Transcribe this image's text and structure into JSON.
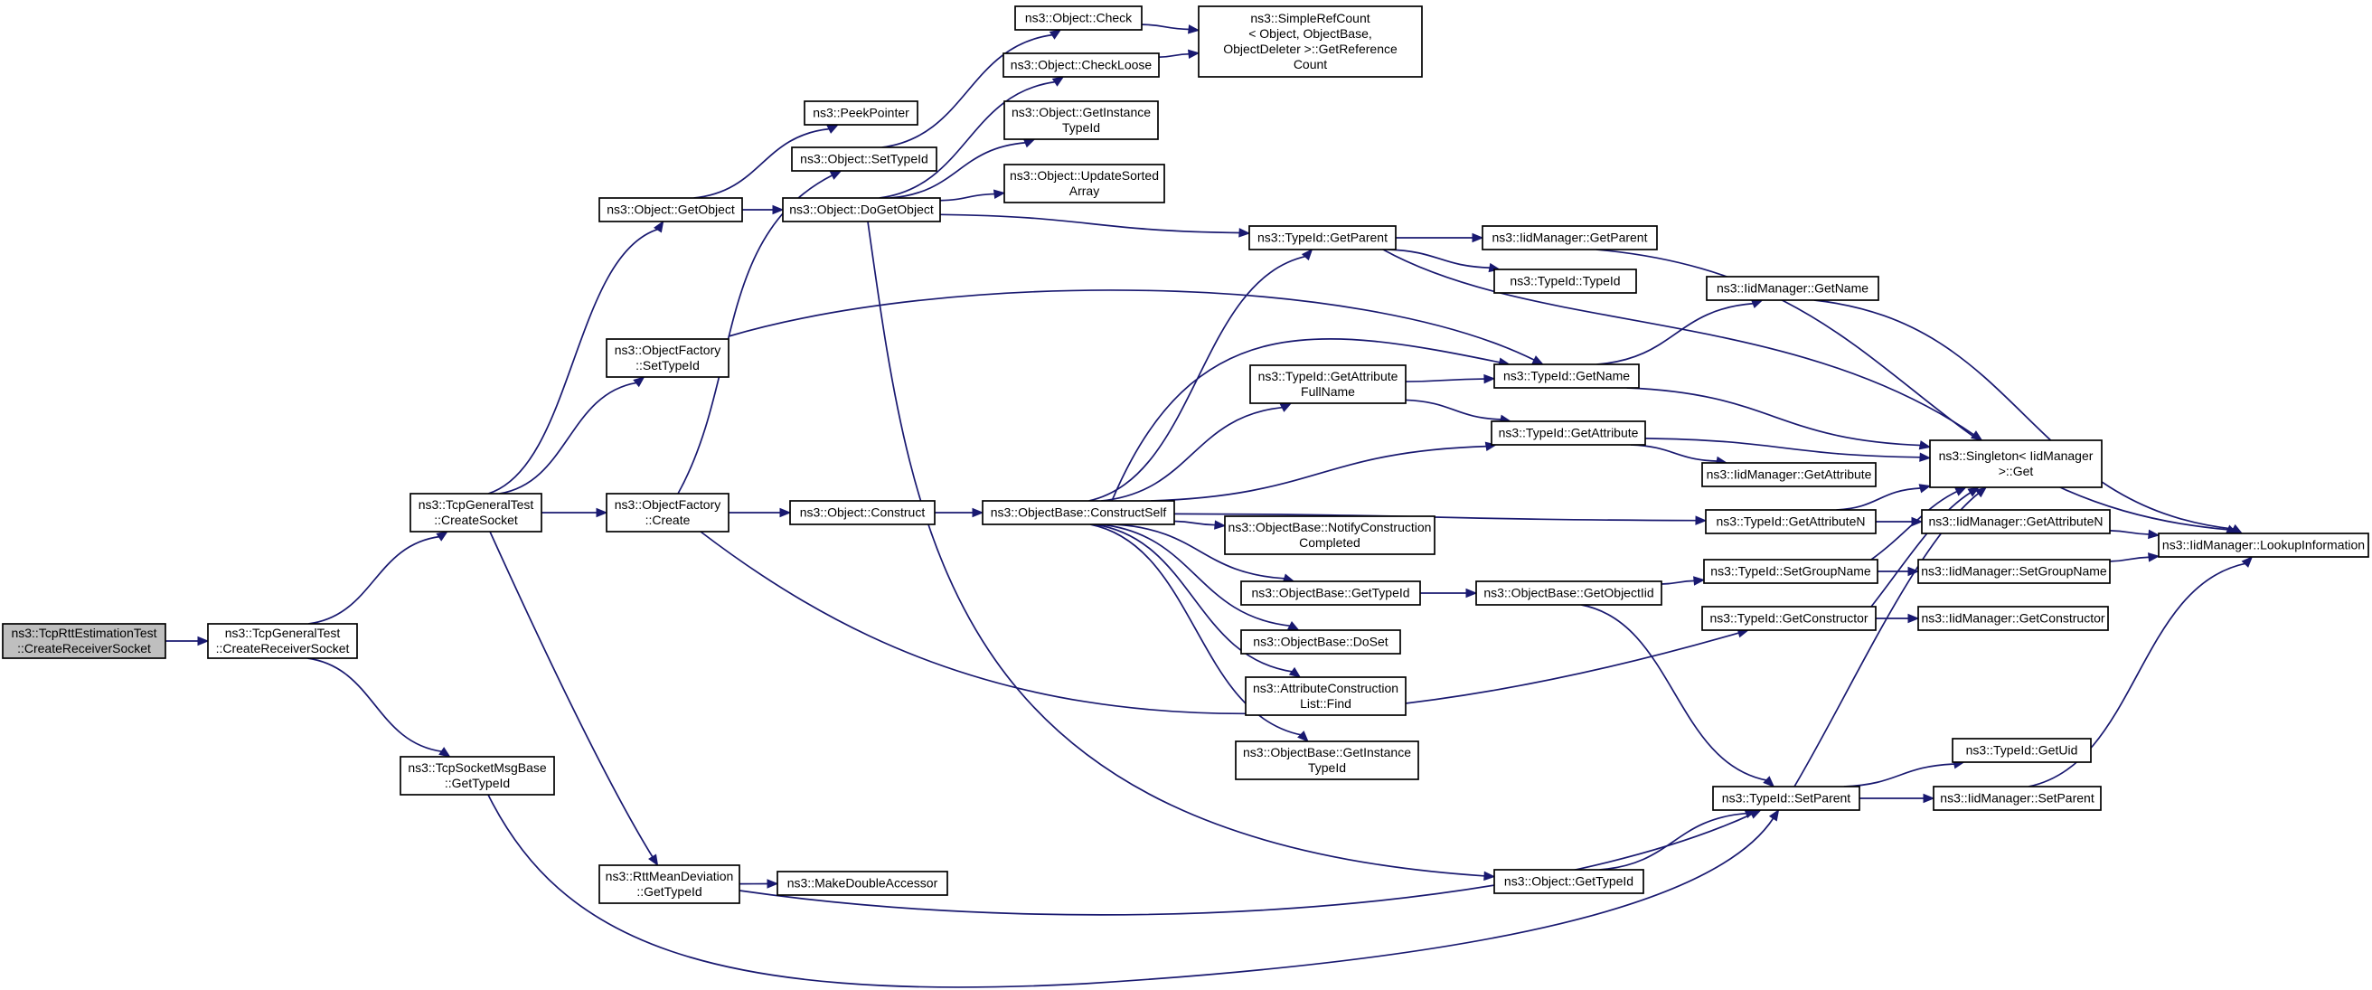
{
  "nodes": [
    {
      "id": "root",
      "lines": [
        "ns3::TcpRttEstimationTest",
        "::CreateReceiverSocket"
      ],
      "root": true
    },
    {
      "id": "tgt_crs",
      "lines": [
        "ns3::TcpGeneralTest",
        "::CreateReceiverSocket"
      ]
    },
    {
      "id": "tgt_cs",
      "lines": [
        "ns3::TcpGeneralTest",
        "::CreateSocket"
      ]
    },
    {
      "id": "tsmb",
      "lines": [
        "ns3::TcpSocketMsgBase",
        "::GetTypeId"
      ]
    },
    {
      "id": "getobject",
      "lines": [
        "ns3::Object::GetObject"
      ]
    },
    {
      "id": "of_settypeid",
      "lines": [
        "ns3::ObjectFactory",
        "::SetTypeId"
      ]
    },
    {
      "id": "of_create",
      "lines": [
        "ns3::ObjectFactory",
        "::Create"
      ]
    },
    {
      "id": "rtt",
      "lines": [
        "ns3::RttMeanDeviation",
        "::GetTypeId"
      ]
    },
    {
      "id": "peekpointer",
      "lines": [
        "ns3::PeekPointer"
      ]
    },
    {
      "id": "obj_settypeid",
      "lines": [
        "ns3::Object::SetTypeId"
      ]
    },
    {
      "id": "dogetobject",
      "lines": [
        "ns3::Object::DoGetObject"
      ]
    },
    {
      "id": "construct",
      "lines": [
        "ns3::Object::Construct"
      ]
    },
    {
      "id": "makedouble",
      "lines": [
        "ns3::MakeDoubleAccessor"
      ]
    },
    {
      "id": "check",
      "lines": [
        "ns3::Object::Check"
      ]
    },
    {
      "id": "checkloose",
      "lines": [
        "ns3::Object::CheckLoose"
      ]
    },
    {
      "id": "getinstancetypeid",
      "lines": [
        "ns3::Object::GetInstance",
        "TypeId"
      ]
    },
    {
      "id": "updatesorted",
      "lines": [
        "ns3::Object::UpdateSorted",
        "Array"
      ]
    },
    {
      "id": "simplerefcount",
      "lines": [
        "ns3::SimpleRefCount",
        "< Object, ObjectBase,",
        "ObjectDeleter >::GetReference",
        "Count"
      ]
    },
    {
      "id": "constructself",
      "lines": [
        "ns3::ObjectBase::ConstructSelf"
      ]
    },
    {
      "id": "tid_getparent",
      "lines": [
        "ns3::TypeId::GetParent"
      ]
    },
    {
      "id": "tid_getattrfull",
      "lines": [
        "ns3::TypeId::GetAttribute",
        "FullName"
      ]
    },
    {
      "id": "ob_notify",
      "lines": [
        "ns3::ObjectBase::NotifyConstruction",
        "Completed"
      ]
    },
    {
      "id": "ob_gettypeid",
      "lines": [
        "ns3::ObjectBase::GetTypeId"
      ]
    },
    {
      "id": "ob_doset",
      "lines": [
        "ns3::ObjectBase::DoSet"
      ]
    },
    {
      "id": "acl_find",
      "lines": [
        "ns3::AttributeConstruction",
        "List::Find"
      ]
    },
    {
      "id": "ob_getinst",
      "lines": [
        "ns3::ObjectBase::GetInstance",
        "TypeId"
      ]
    },
    {
      "id": "tid_typeid",
      "lines": [
        "ns3::TypeId::TypeId"
      ]
    },
    {
      "id": "tid_getname",
      "lines": [
        "ns3::TypeId::GetName"
      ]
    },
    {
      "id": "tid_getattr",
      "lines": [
        "ns3::TypeId::GetAttribute"
      ]
    },
    {
      "id": "ob_getobjectiid",
      "lines": [
        "ns3::ObjectBase::GetObjectIid"
      ]
    },
    {
      "id": "obj_gettypeid",
      "lines": [
        "ns3::Object::GetTypeId"
      ]
    },
    {
      "id": "iid_getparent",
      "lines": [
        "ns3::IidManager::GetParent"
      ]
    },
    {
      "id": "iid_getname",
      "lines": [
        "ns3::IidManager::GetName"
      ]
    },
    {
      "id": "iid_getattr",
      "lines": [
        "ns3::IidManager::GetAttribute"
      ]
    },
    {
      "id": "tid_getattrn",
      "lines": [
        "ns3::TypeId::GetAttributeN"
      ]
    },
    {
      "id": "tid_setgroup",
      "lines": [
        "ns3::TypeId::SetGroupName"
      ]
    },
    {
      "id": "tid_getctor",
      "lines": [
        "ns3::TypeId::GetConstructor"
      ]
    },
    {
      "id": "tid_setparent",
      "lines": [
        "ns3::TypeId::SetParent"
      ]
    },
    {
      "id": "tid_getuid",
      "lines": [
        "ns3::TypeId::GetUid"
      ]
    },
    {
      "id": "singleton",
      "lines": [
        "ns3::Singleton< IidManager",
        " >::Get"
      ]
    },
    {
      "id": "iid_getattrn",
      "lines": [
        "ns3::IidManager::GetAttributeN"
      ]
    },
    {
      "id": "iid_setgroup",
      "lines": [
        "ns3::IidManager::SetGroupName"
      ]
    },
    {
      "id": "iid_getctor",
      "lines": [
        "ns3::IidManager::GetConstructor"
      ]
    },
    {
      "id": "iid_setparent",
      "lines": [
        "ns3::IidManager::SetParent"
      ]
    },
    {
      "id": "iid_lookup",
      "lines": [
        "ns3::IidManager::LookupInformation"
      ]
    }
  ],
  "edges": [
    [
      "root",
      "tgt_crs"
    ],
    [
      "tgt_crs",
      "tgt_cs"
    ],
    [
      "tgt_crs",
      "tsmb"
    ],
    [
      "tgt_cs",
      "getobject"
    ],
    [
      "tgt_cs",
      "of_settypeid"
    ],
    [
      "tgt_cs",
      "of_create"
    ],
    [
      "tgt_cs",
      "rtt"
    ],
    [
      "getobject",
      "peekpointer"
    ],
    [
      "getobject",
      "dogetobject"
    ],
    [
      "of_settypeid",
      "tid_getname"
    ],
    [
      "of_create",
      "obj_settypeid"
    ],
    [
      "of_create",
      "construct"
    ],
    [
      "of_create",
      "tid_getctor"
    ],
    [
      "obj_settypeid",
      "check"
    ],
    [
      "dogetobject",
      "checkloose"
    ],
    [
      "dogetobject",
      "getinstancetypeid"
    ],
    [
      "dogetobject",
      "updatesorted"
    ],
    [
      "dogetobject",
      "tid_getparent"
    ],
    [
      "dogetobject",
      "obj_gettypeid"
    ],
    [
      "check",
      "simplerefcount"
    ],
    [
      "checkloose",
      "simplerefcount"
    ],
    [
      "construct",
      "constructself"
    ],
    [
      "constructself",
      "tid_getparent"
    ],
    [
      "constructself",
      "tid_getname"
    ],
    [
      "constructself",
      "tid_getattrfull"
    ],
    [
      "constructself",
      "tid_getattr"
    ],
    [
      "constructself",
      "tid_getattrn"
    ],
    [
      "constructself",
      "ob_notify"
    ],
    [
      "constructself",
      "ob_gettypeid"
    ],
    [
      "constructself",
      "ob_doset"
    ],
    [
      "constructself",
      "acl_find"
    ],
    [
      "constructself",
      "ob_getinst"
    ],
    [
      "tid_getparent",
      "iid_getparent"
    ],
    [
      "tid_getparent",
      "tid_typeid"
    ],
    [
      "tid_getparent",
      "singleton"
    ],
    [
      "tid_getattrfull",
      "tid_getname"
    ],
    [
      "tid_getattrfull",
      "tid_getattr"
    ],
    [
      "ob_gettypeid",
      "ob_getobjectiid"
    ],
    [
      "ob_getobjectiid",
      "tid_setgroup"
    ],
    [
      "ob_getobjectiid",
      "tid_setparent"
    ],
    [
      "tid_getname",
      "iid_getname"
    ],
    [
      "tid_getname",
      "singleton"
    ],
    [
      "tid_getattr",
      "iid_getattr"
    ],
    [
      "tid_getattr",
      "singleton"
    ],
    [
      "tid_getattrn",
      "singleton"
    ],
    [
      "tid_getattrn",
      "iid_getattrn"
    ],
    [
      "tid_setgroup",
      "singleton"
    ],
    [
      "tid_setgroup",
      "iid_setgroup"
    ],
    [
      "tid_getctor",
      "singleton"
    ],
    [
      "tid_getctor",
      "iid_getctor"
    ],
    [
      "tid_setparent",
      "singleton"
    ],
    [
      "tid_setparent",
      "tid_getuid"
    ],
    [
      "tid_setparent",
      "iid_setparent"
    ],
    [
      "obj_gettypeid",
      "tid_setparent"
    ],
    [
      "rtt",
      "makedouble"
    ],
    [
      "rtt",
      "tid_setparent"
    ],
    [
      "tsmb",
      "tid_setparent"
    ],
    [
      "iid_getparent",
      "iid_lookup"
    ],
    [
      "iid_getname",
      "iid_lookup"
    ],
    [
      "iid_getattrn",
      "iid_lookup"
    ],
    [
      "iid_setgroup",
      "iid_lookup"
    ],
    [
      "iid_setparent",
      "iid_lookup"
    ]
  ]
}
